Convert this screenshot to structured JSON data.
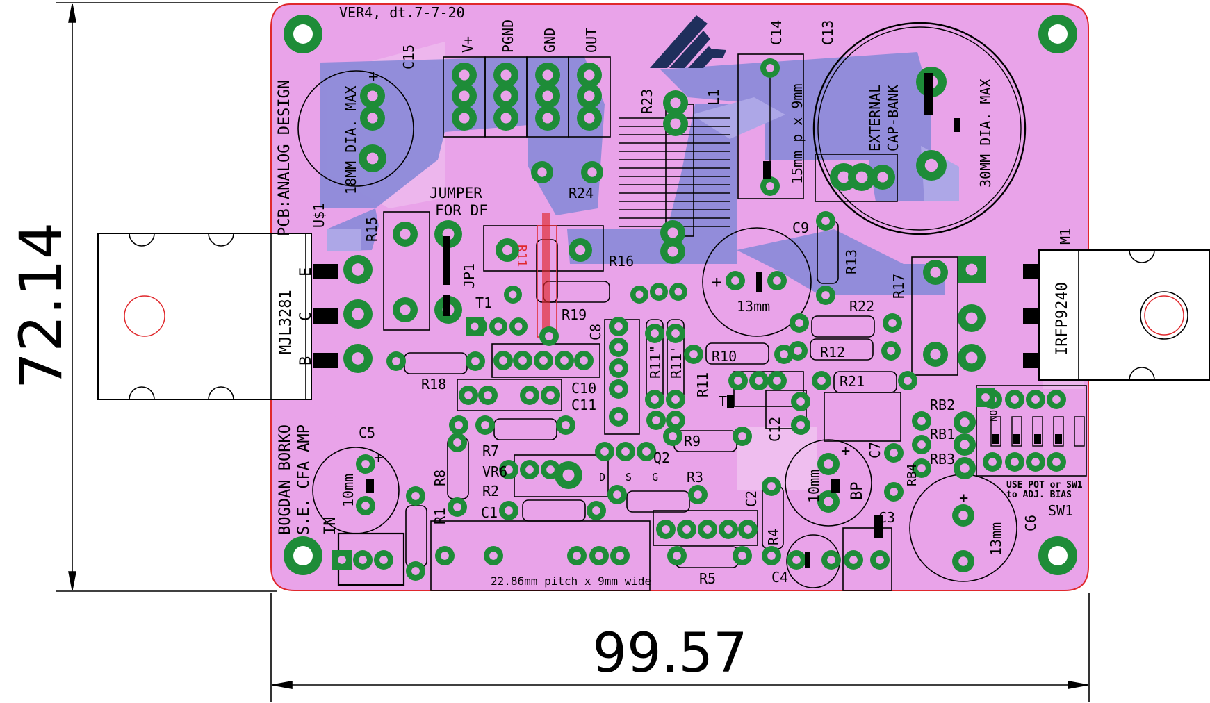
{
  "colors": {
    "board_fill": "#e9a3e9",
    "bottom_copper": "#8a8ad8",
    "bottom_copper_light": "#a8a8e6",
    "pad_green": "#1e8c38",
    "pad_hole": "#e9a3e9",
    "outline_red": "#e0282c",
    "dim_line": "#000000",
    "logo": "#1f2f5c"
  },
  "board": {
    "version": "VER4, dt.7-7-20",
    "designer": "PCB:ANALOG DESIGN",
    "author": "BOGDAN BORKO",
    "project": "S.E. CFA AMP",
    "input_label": "IN"
  },
  "dimensions": {
    "width": "99.57",
    "height": "72.14"
  },
  "connectors": {
    "vplus": "V+",
    "pgnd": "PGND",
    "gnd": "GND",
    "out": "OUT"
  },
  "notes": {
    "jumper_line1": "JUMPER",
    "jumper_line2": "FOR DF",
    "external_line1": "EXTERNAL",
    "external_line2": "CAP-BANK",
    "c15_max": "18MM DIA. MAX",
    "c13_max": "30MM DIA. MAX",
    "c14_pitch": "15mm p x 9mm",
    "c1_pitch": "22.86mm pitch x 9mm wide",
    "bias_line1": "USE POT or SW1",
    "bias_line2": "to ADJ. BIAS",
    "sw_on": "ON"
  },
  "cap_sizes": {
    "c9": "13mm",
    "c5": "10mm",
    "c3": "10mm",
    "c6": "13mm"
  },
  "transistors": {
    "u1_name": "U$1",
    "u1_part": "MJL3281",
    "u1_pin_e": "E",
    "u1_pin_c": "C",
    "u1_pin_b": "B",
    "m1_name": "M1",
    "m1_part": "IRFP9240",
    "q2_pins": "D S G"
  },
  "refs": {
    "c15": "C15",
    "c14": "C14",
    "c13": "C13",
    "r23": "R23",
    "l1": "L1",
    "r24": "R24",
    "r15": "R15",
    "jp1": "JP1",
    "t1": "T1",
    "r11_red": "R11",
    "r16": "R16",
    "r19": "R19",
    "c9": "C9",
    "r13": "R13",
    "r17": "R17",
    "r22": "R22",
    "r12": "R12",
    "r10": "R10",
    "r21": "R21",
    "c8": "C8",
    "r11a": "R11\"",
    "r11b": "R11'",
    "r11c": "R11",
    "t2": "T2",
    "c12": "C12",
    "r18": "R18",
    "c10": "C10",
    "c11": "C11",
    "c5": "C5",
    "r7": "R7",
    "vr6": "VR6",
    "r2": "R2",
    "r8": "R8",
    "r1": "R1",
    "c1": "C1",
    "q2": "Q2",
    "r9": "R9",
    "r3": "R3",
    "c2": "C2",
    "bp": "BP",
    "c7": "C7",
    "rb4": "RB4",
    "rb2": "RB2",
    "rb1": "RB1",
    "rb3": "RB3",
    "c3": "C3",
    "c6": "C6",
    "sw1": "SW1",
    "r4": "R4",
    "c4": "C4",
    "r5": "R5"
  }
}
